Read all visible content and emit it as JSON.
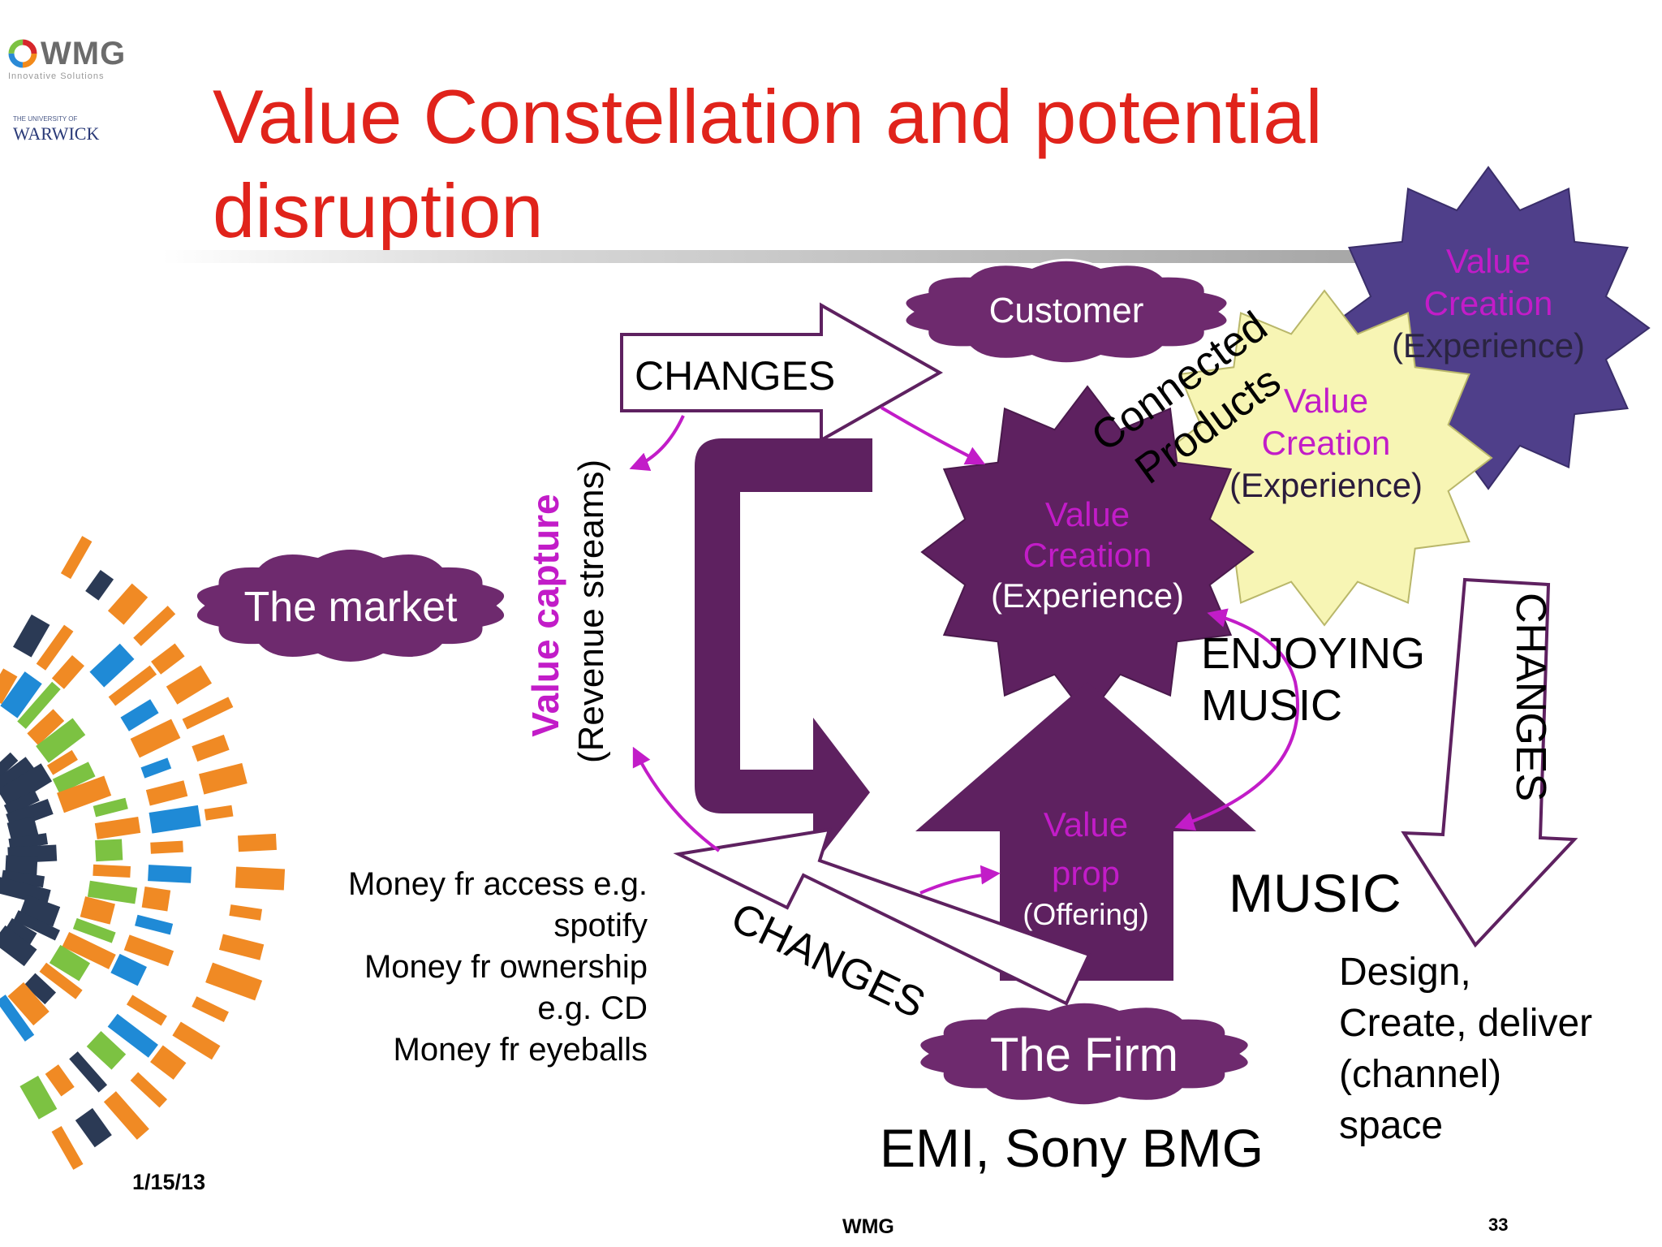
{
  "header": {
    "title_line1": "Value Constellation and potential",
    "title_line2": "disruption"
  },
  "logos": {
    "wmg": "WMG",
    "wmg_tagline": "Innovative Solutions",
    "university_small": "THE UNIVERSITY OF",
    "university_name": "WARWICK"
  },
  "diagram": {
    "customer": "Customer",
    "the_market": "The market",
    "the_firm": "The Firm",
    "value_creation_main": {
      "line1": "Value",
      "line2": "Creation",
      "line3": "(Experience)"
    },
    "value_creation_yellow": {
      "line1": "Value",
      "line2": "Creation",
      "line3": "(Experience)"
    },
    "value_creation_blue": {
      "line1": "Value",
      "line2": "Creation",
      "line3": "(Experience)"
    },
    "value_prop": {
      "line1": "Value",
      "line2": "prop",
      "line3": "(Offering)"
    },
    "changes_top": "CHANGES",
    "changes_bottom": "CHANGES",
    "changes_right": "CHANGES",
    "value_capture": "Value capture",
    "revenue_streams": "(Revenue streams)",
    "connected": "Connected",
    "products": "Products",
    "enjoying": "ENJOYING",
    "music_label": "MUSIC",
    "music_big": "MUSIC",
    "money_lines": [
      "Money fr access e.g.",
      "spotify",
      "Money fr ownership",
      "e.g. CD",
      "Money fr eyeballs"
    ],
    "design_lines": [
      "Design,",
      "Create, deliver",
      "(channel)",
      "space"
    ],
    "emi": "EMI, Sony BMG"
  },
  "footer": {
    "date": "1/15/13",
    "center": "WMG",
    "page": "33"
  },
  "colors": {
    "title_red": "#e0231b",
    "purple_dark": "#5e2160",
    "purple_mid": "#6e2a6e",
    "magenta": "#c21cc8",
    "yellow_star": "#f7f5b4",
    "blue_star": "#4f3f8a"
  }
}
